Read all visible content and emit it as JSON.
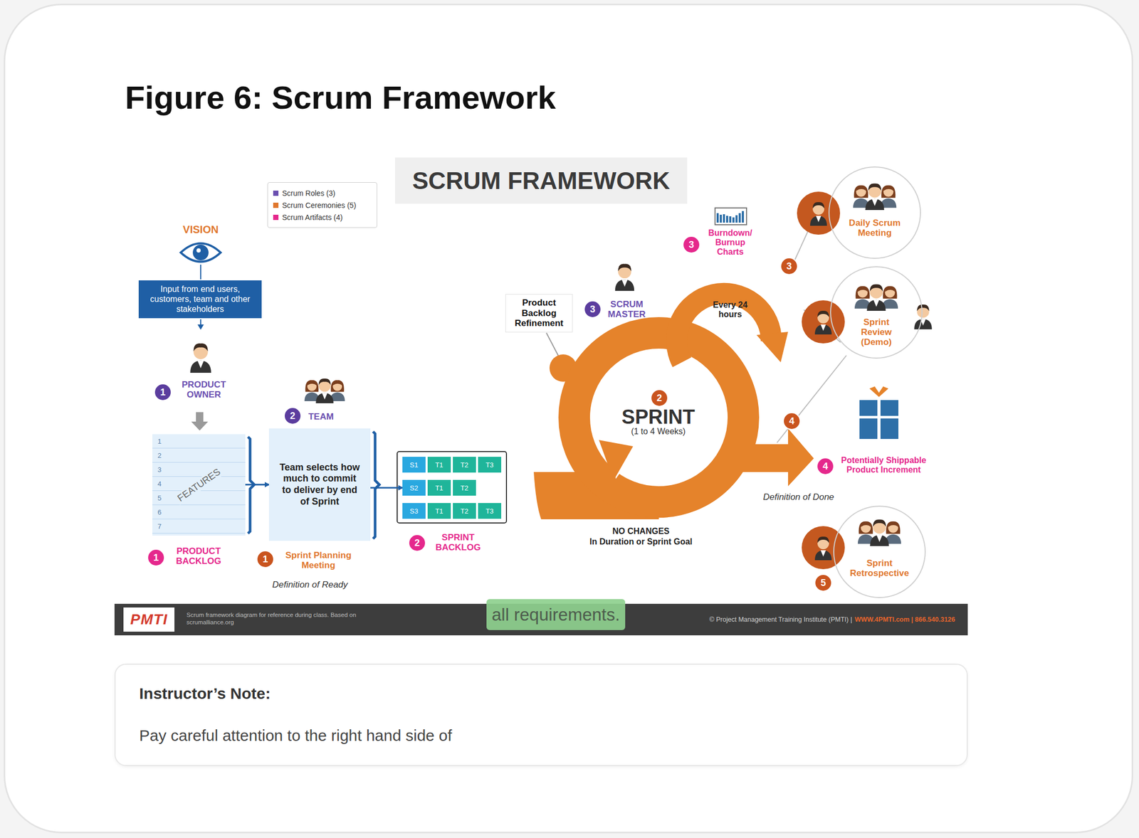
{
  "diagram": {
    "title": "Figure 6: Scrum Framework",
    "nodes": [
      {
        "text": [
          "SCRUM FRAMEWORK"
        ]
      },
      {
        "text": [
          "Input from end users, customers, team and other stakeholders"
        ]
      },
      {
        "text": [
          "1",
          "2",
          "3",
          "4",
          "5",
          "6",
          "7",
          "FEATURES"
        ]
      },
      {
        "text": [
          "Team selects how much to commit to deliver by end of Sprint"
        ]
      },
      {
        "text": [
          "S1"
        ]
      },
      {
        "text": [
          "T1"
        ]
      },
      {
        "text": [
          "T2"
        ]
      },
      {
        "text": [
          "T3"
        ]
      },
      {
        "text": [
          "S2"
        ]
      },
      {
        "text": [
          "T1"
        ]
      },
      {
        "text": [
          "T2"
        ]
      },
      {
        "text": [
          "S3"
        ]
      },
      {
        "text": [
          "T1"
        ]
      },
      {
        "text": [
          "T2"
        ]
      },
      {
        "text": [
          "T3"
        ]
      },
      {
        "text": [
          "Product Backlog Refinement"
        ]
      },
      {
        "text": [
          "Daily Scrum Meeting"
        ]
      },
      {
        "text": [
          "Sprint Review (Demo)"
        ]
      },
      {
        "text": [
          "Sprint Retrospective"
        ]
      },
      {
        "text": [
          "Scrum framework diagram for reference during class. Based on scrumalliance.org",
          "© Project Management Training Institute (PMTI) |",
          "WWW.4PMTI.com | 866.540.3126"
        ]
      },
      {
        "text": [
          "PMTI"
        ],
        "in": 19
      },
      {
        "text": [
          "all requirements."
        ]
      },
      {
        "text": [
          "Instructor’s Note:",
          "Pay careful attention to the right hand side of"
        ]
      }
    ],
    "edges": [
      {
        "from": 2,
        "to": 3,
        "arrow": "to"
      },
      {
        "from": 3,
        "to": 8,
        "arrow": "to"
      }
    ],
    "labels": [
      "VISION",
      "1",
      "PRODUCT OWNER",
      "2",
      "TEAM",
      "1",
      "PRODUCT BACKLOG",
      "1",
      "Sprint Planning Meeting",
      "Definition of Ready",
      "2",
      "SPRINT BACKLOG",
      "3",
      "SCRUM MASTER",
      "3",
      "Burndown/ Burnup Charts",
      "Every 24 hours",
      "2",
      "SPRINT",
      "(1 to 4 Weeks)",
      "NO CHANGES",
      "In Duration or Sprint Goal",
      "3",
      "4",
      "4",
      "Potentially Shippable Product Increment",
      "Definition of Done",
      "5"
    ],
    "legend": [
      {
        "text": "Scrum Roles (3)",
        "color": "#6a4fb0"
      },
      {
        "text": "Scrum Ceremonies (5)",
        "color": "#e0772e"
      },
      {
        "text": "Scrum Artifacts (4)",
        "color": "#e5288c"
      }
    ]
  }
}
